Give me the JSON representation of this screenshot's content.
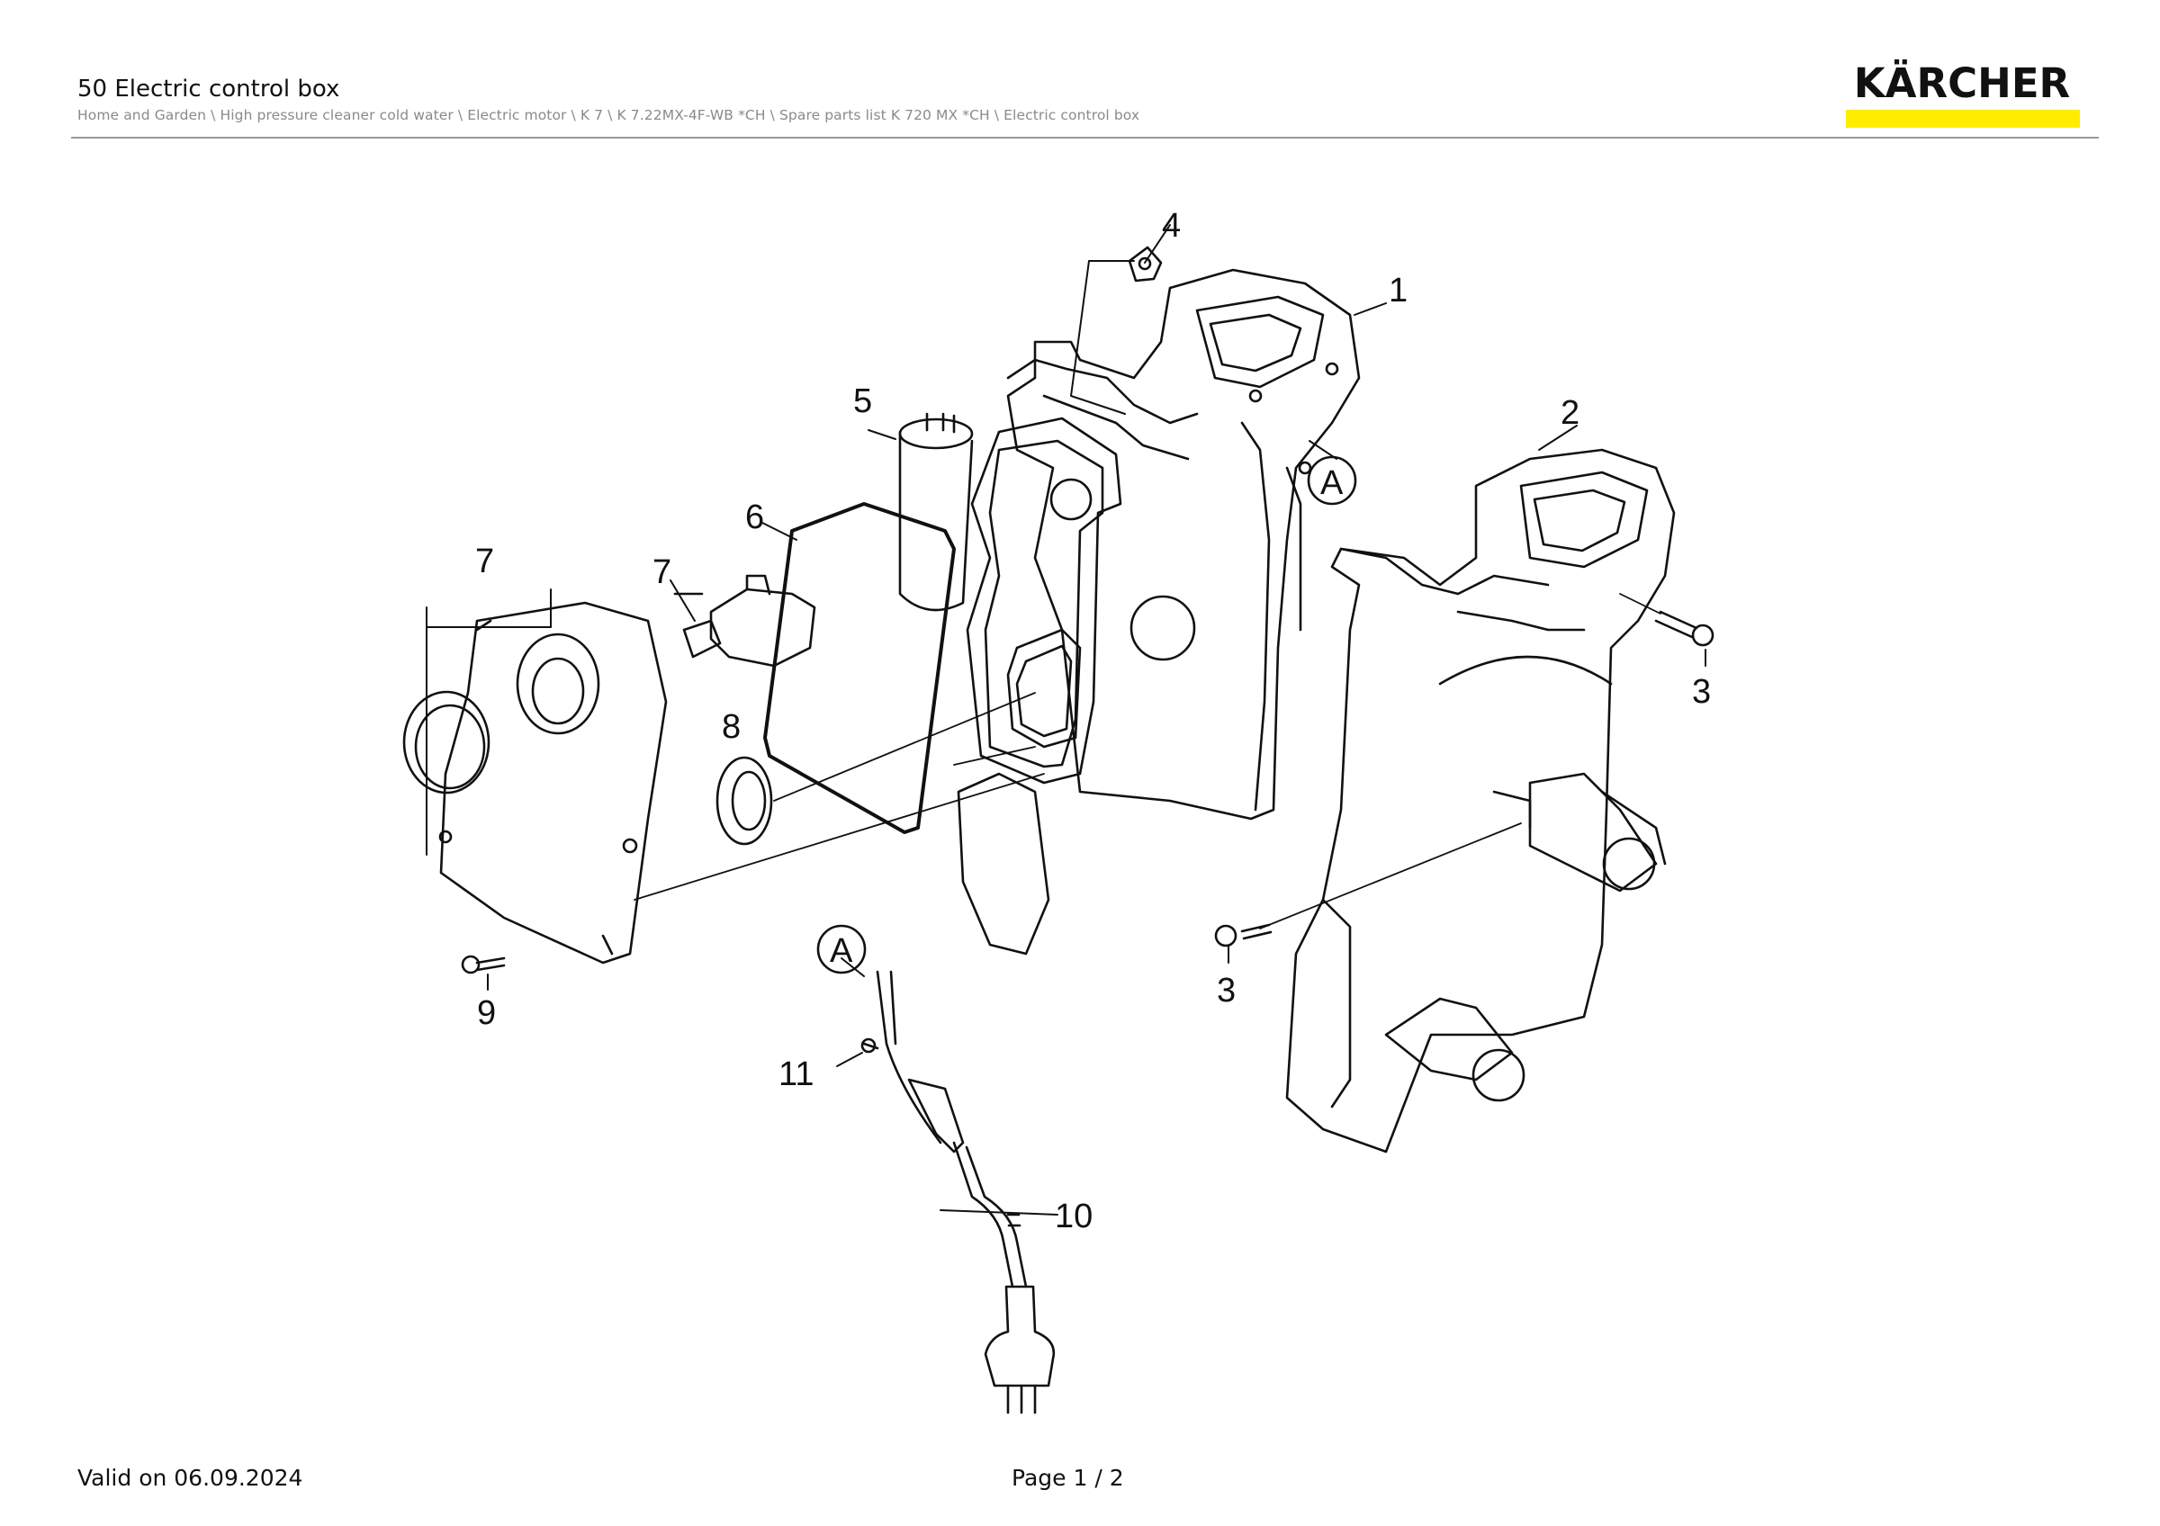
{
  "header": {
    "title": "50 Electric control box",
    "breadcrumb": "Home and Garden \\ High pressure cleaner cold water \\ Electric motor \\ K 7 \\ K 7.22MX-4F-WB *CH \\ Spare parts list K 720 MX *CH \\ Electric control box",
    "logo_text": "KÄRCHER",
    "logo_bar_color": "#ffed00"
  },
  "diagram": {
    "callouts": {
      "c1": "1",
      "c2": "2",
      "c3a": "3",
      "c3b": "3",
      "c4": "4",
      "c5": "5",
      "c6": "6",
      "c7a": "7",
      "c7b": "7",
      "c8": "8",
      "c9": "9",
      "c10": "10",
      "c11": "11",
      "markerA1": "A",
      "markerA2": "A"
    }
  },
  "footer": {
    "valid": "Valid on 06.09.2024",
    "page": "Page 1 / 2"
  }
}
